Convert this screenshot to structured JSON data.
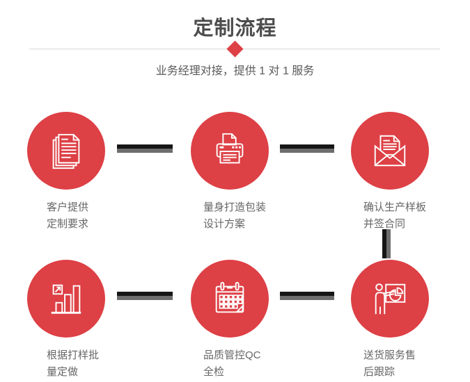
{
  "header": {
    "title": "定制流程",
    "subtitle": "业务经理对接，提供 1 对 1 服务"
  },
  "colors": {
    "accent": "#dd4045",
    "title-color": "#4c4c4c",
    "text-color": "#666666",
    "divider-color": "#d8d8d8",
    "connector-dark": "#161616",
    "connector-gray": "#6e6e6e"
  },
  "steps": [
    {
      "icon": "documents-icon",
      "label": [
        "客户提供",
        "定制要求"
      ]
    },
    {
      "icon": "printer-icon",
      "label": [
        "量身打造包装",
        "设计方案"
      ]
    },
    {
      "icon": "envelope-icon",
      "label": [
        "确认生产样板",
        "并签合同"
      ]
    },
    {
      "icon": "bar-chart-icon",
      "label": [
        "根据打样批",
        "量定做"
      ]
    },
    {
      "icon": "calendar-icon",
      "label": [
        "品质管控QC",
        "全检"
      ]
    },
    {
      "icon": "presenter-icon",
      "label": [
        "送货服务售",
        "后跟踪"
      ]
    }
  ]
}
